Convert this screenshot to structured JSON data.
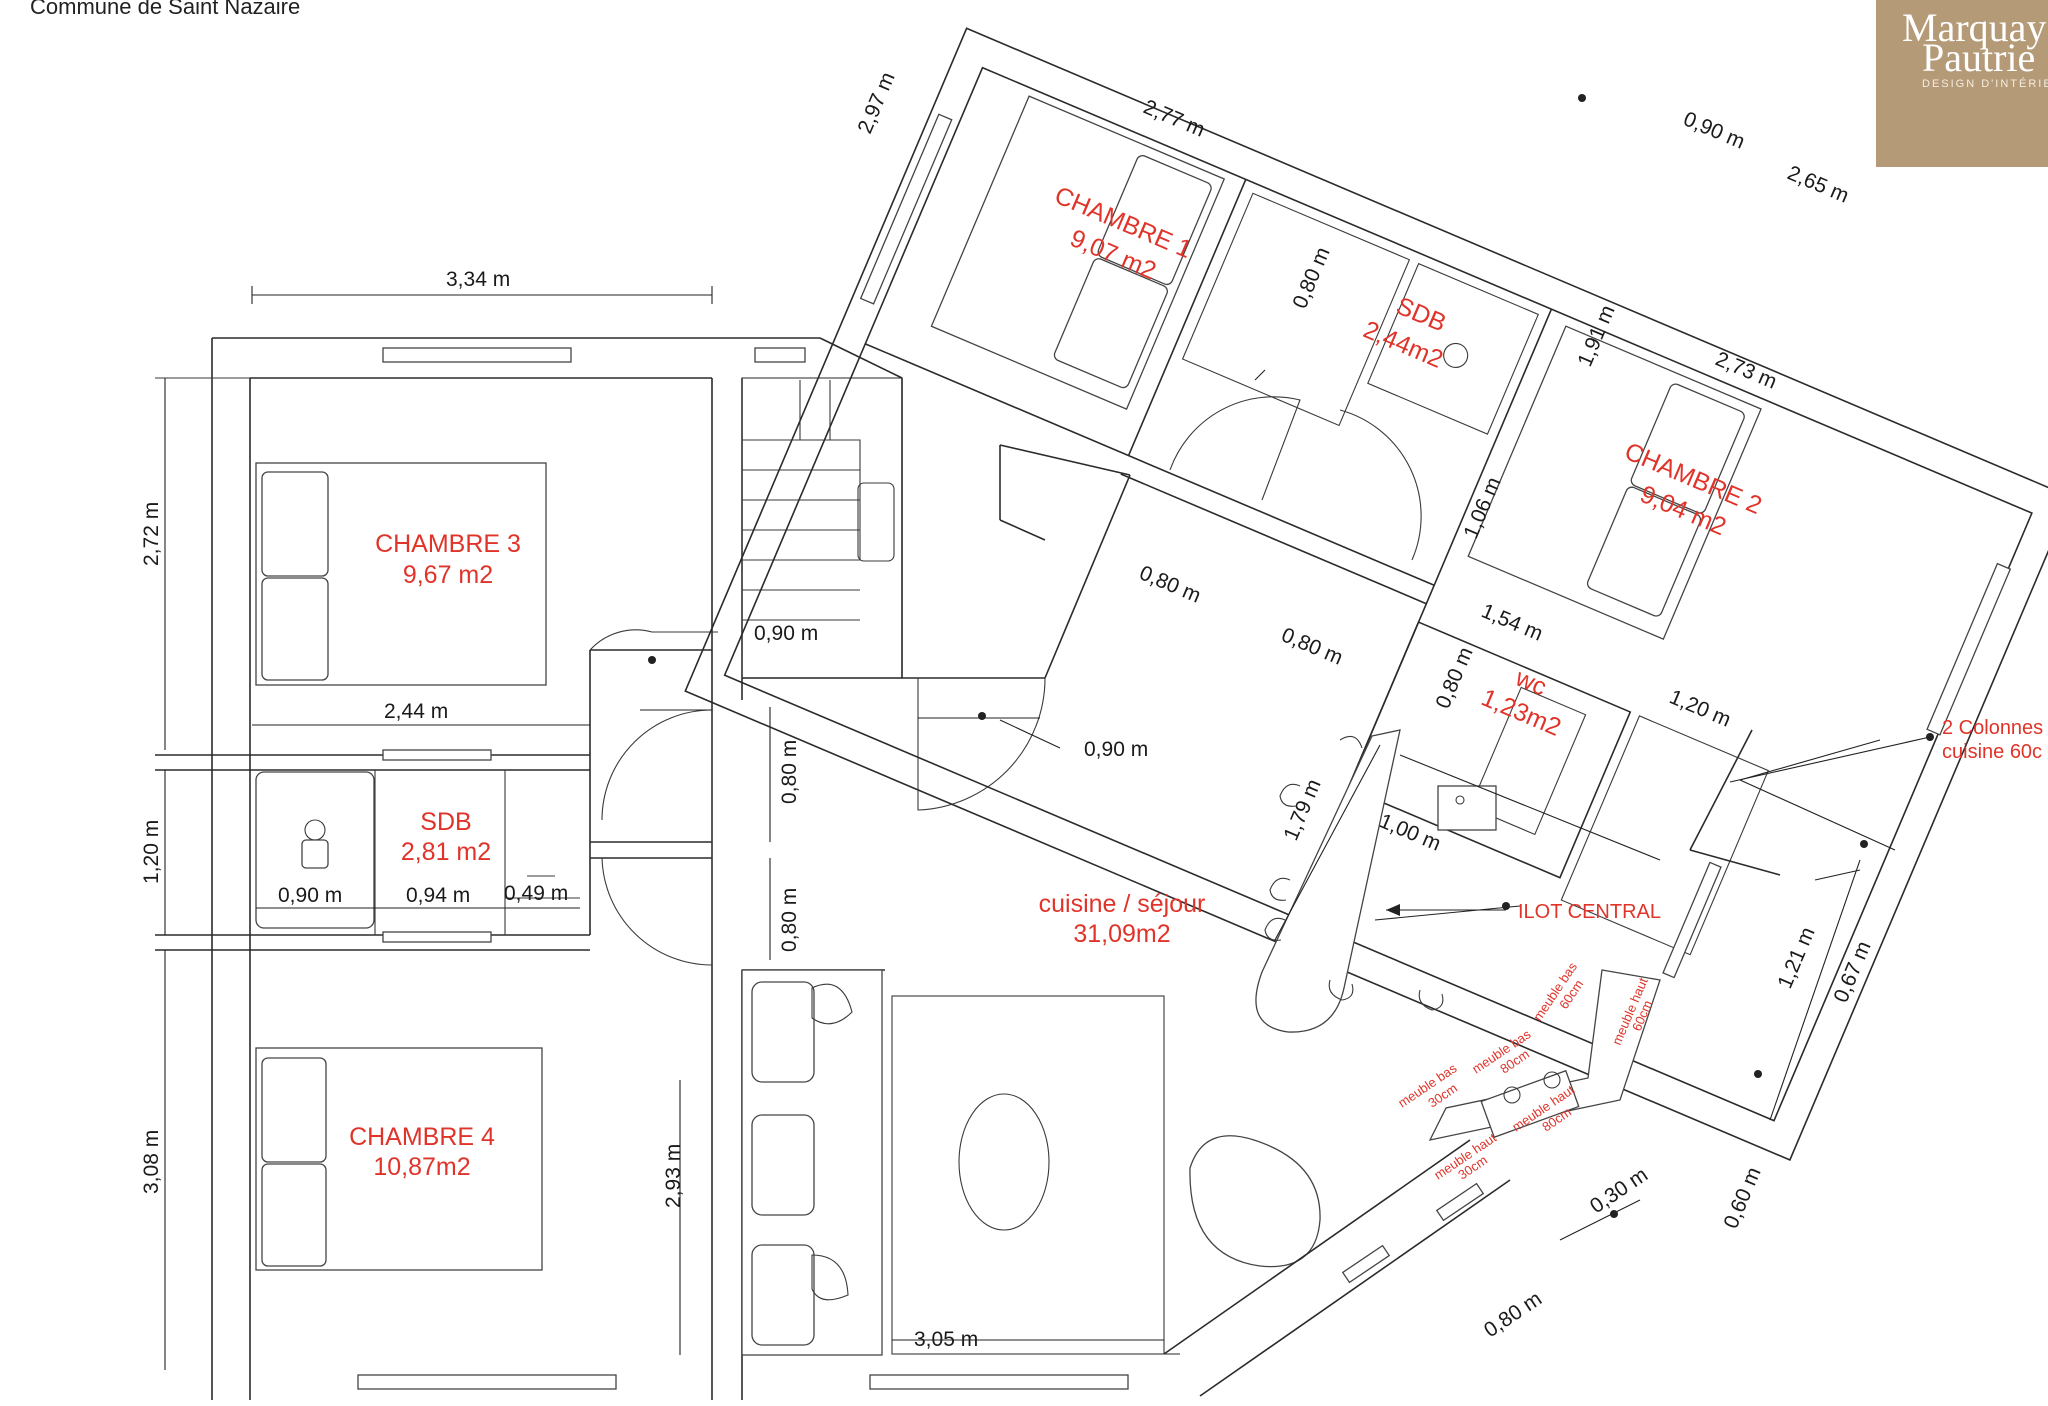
{
  "header": {
    "title": "Commune de Saint Nazaire"
  },
  "logo": {
    "line1": "Marquay",
    "line2": "Pautrie",
    "tagline": "DESIGN D'INTÉRIEUR",
    "color": "#b49a77"
  },
  "colors": {
    "room_label": "#e0342a",
    "lines": "#2b2b2b"
  },
  "rooms": {
    "chambre1": {
      "name": "CHAMBRE 1",
      "area": "9,07 m2"
    },
    "sdb_top": {
      "name": "SDB",
      "area": "2,44m2"
    },
    "chambre2": {
      "name": "CHAMBRE 2",
      "area": "9,04 m2"
    },
    "chambre3": {
      "name": "CHAMBRE 3",
      "area": "9,67 m2"
    },
    "sdb_left": {
      "name": "SDB",
      "area": "2,81 m2"
    },
    "chambre4": {
      "name": "CHAMBRE 4",
      "area": "10,87m2"
    },
    "wc": {
      "name": "wc",
      "area": "1,23m2"
    },
    "sejour": {
      "name": "cuisine / séjour",
      "area": "31,09m2"
    }
  },
  "dimensions": {
    "d_297": "2,97 m",
    "d_277": "2,77 m",
    "d_090_top": "0,90 m",
    "d_265": "2,65 m",
    "d_080_sdb": "0,80 m",
    "d_191": "1,91 m",
    "d_273": "2,73 m",
    "d_106": "1,06 m",
    "d_080_a": "0,80 m",
    "d_080_b": "0,80 m",
    "d_154": "1,54 m",
    "d_080_wc": "0,80 m",
    "d_120_right": "1,20 m",
    "d_179": "1,79 m",
    "d_100": "1,00 m",
    "d_121": "1,21 m",
    "d_067": "0,67 m",
    "d_060": "0,60 m",
    "d_030": "0,30 m",
    "d_080_bottom": "0,80 m",
    "d_334": "3,34 m",
    "d_272": "2,72 m",
    "d_090_stair": "0,90 m",
    "d_090_door": "0,90 m",
    "d_244": "2,44 m",
    "d_120_left": "1,20 m",
    "d_090_sdb": "0,90 m",
    "d_094": "0,94 m",
    "d_049": "0,49 m",
    "d_080_c1": "0,80 m",
    "d_080_c2": "0,80 m",
    "d_308": "3,08 m",
    "d_293": "2,93 m",
    "d_305": "3,05 m"
  },
  "annotations": {
    "ilot": "ILOT CENTRAL",
    "colonnes_1": "2 Colonnes",
    "colonnes_2": "cuisine 60c",
    "mb30": "meuble bas",
    "mb30b": "30cm",
    "mb80": "meuble bas",
    "mb80b": "80cm",
    "mb60": "meuble bas",
    "mb60b": "60cm",
    "mh60": "meuble haut",
    "mh60b": "60cm",
    "mh30": "meuble haut",
    "mh30b": "30cm",
    "mh80": "meuble haut",
    "mh80b": "80cm"
  }
}
